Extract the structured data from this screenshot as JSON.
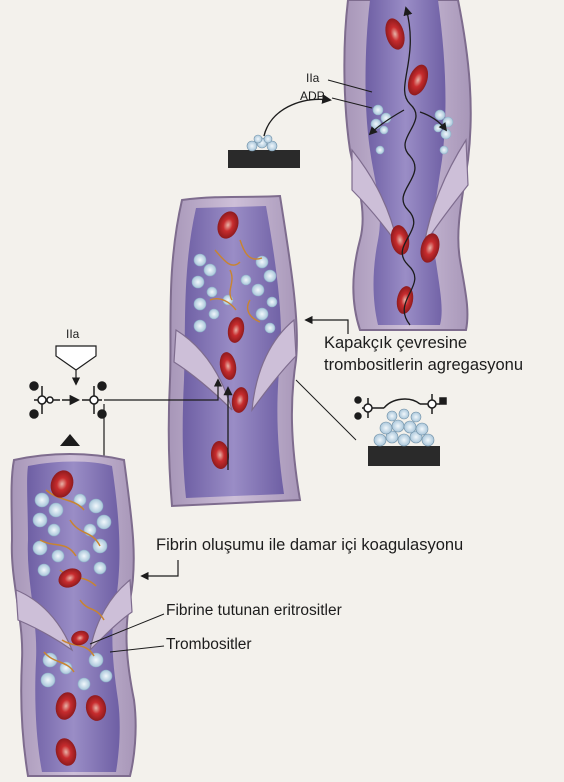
{
  "labels": {
    "iia_top": "IIa",
    "adp": "ADP",
    "iia_left": "IIa",
    "aggregation_line1": "Kapakçık çevresine",
    "aggregation_line2": "trombositlerin agregasyonu",
    "fibrin_coagulation": "Fibrin oluşumu ile damar içi koagulasyonu",
    "erythrocytes": "Fibrine tutunan eritrositler",
    "platelets": "Trombositler"
  },
  "colors": {
    "background": "#f3f1ec",
    "vessel_wall": "#b9a9c6",
    "vessel_wall_edge": "#7e6c8e",
    "lumen": "#8578b3",
    "platelet": "#cfe2ee",
    "erythrocyte": "#c4262b",
    "fibrin": "#c9842f",
    "block": "#2a2a2a"
  },
  "icons": [
    "arrow-icon",
    "platelet-icon",
    "receptor-molecule-icon",
    "fibrin-strand-icon"
  ]
}
